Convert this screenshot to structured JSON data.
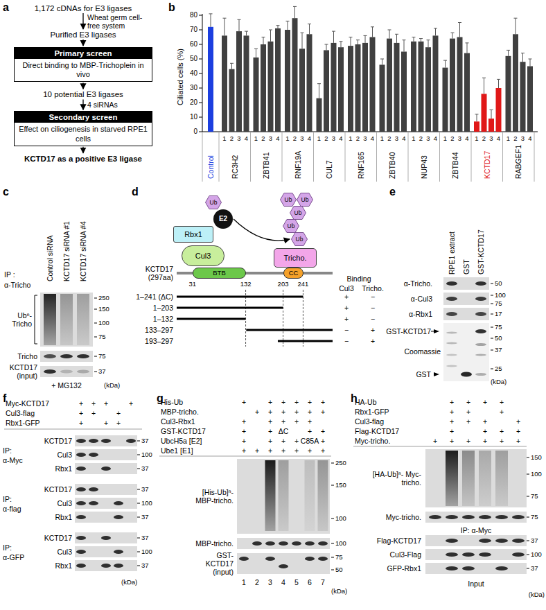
{
  "diagram": {
    "nodes": [
      {
        "text": [
          "1,172 cDNAs for E3 ligases"
        ]
      },
      {
        "text": [
          "Purified E3 ligases"
        ]
      },
      {
        "text": [
          "Primary screen",
          "Direct binding to MBP-Trichoplein in vivo"
        ]
      },
      {
        "text": [
          "10 potential E3 ligases"
        ]
      },
      {
        "text": [
          "Secondary screen",
          "Effect on ciliogenesis in starved RPE1 cells"
        ]
      },
      {
        "text": [
          "KCTD17 as a positive E3 ligase"
        ]
      },
      {
        "text": [
          "Ub"
        ]
      },
      {
        "text": [
          "E2"
        ]
      },
      {
        "text": [
          "Rbx1"
        ]
      },
      {
        "text": [
          "Cul3"
        ]
      },
      {
        "text": [
          "Ub"
        ]
      },
      {
        "text": [
          "Ub"
        ]
      },
      {
        "text": [
          "Ub"
        ]
      },
      {
        "text": [
          "Ub"
        ]
      },
      {
        "text": [
          "Ub"
        ]
      },
      {
        "text": [
          "Tricho."
        ]
      },
      {
        "text": [
          "BTB"
        ]
      },
      {
        "text": [
          "CC"
        ]
      }
    ],
    "edges": [
      {
        "from": 0,
        "to": 1,
        "arrow": "to",
        "label": "Wheat germ cell-free system"
      },
      {
        "from": 1,
        "to": 2,
        "arrow": "to"
      },
      {
        "from": 2,
        "to": 3,
        "arrow": "to"
      },
      {
        "from": 3,
        "to": 4,
        "arrow": "to",
        "label": "4 siRNAs"
      },
      {
        "from": 4,
        "to": 5,
        "arrow": "to"
      },
      {
        "from": 7,
        "to": 14,
        "arrow": "to"
      }
    ],
    "labels": [
      "a",
      "b",
      "0",
      "10",
      "20",
      "30",
      "40",
      "50",
      "60",
      "70",
      "80",
      "Ciliated cells (%)",
      "Control",
      "1",
      "2",
      "3",
      "4",
      "RC3H2",
      "1",
      "2",
      "3",
      "4",
      "ZBTB41",
      "1",
      "2",
      "3",
      "4",
      "RNF19A",
      "1",
      "2",
      "3",
      "4",
      "CUL7",
      "1",
      "2",
      "3",
      "4",
      "RNF165",
      "1",
      "2",
      "3",
      "4",
      "ZBTB40",
      "1",
      "2",
      "3",
      "4",
      "NUP43",
      "1",
      "2",
      "3",
      "4",
      "ZBTB44",
      "1",
      "2",
      "3",
      "4",
      "KCTD17",
      "1",
      "2",
      "3",
      "4",
      "RABGEF1",
      "c",
      "IP :",
      "α-Tricho",
      "Control siRNA",
      "KCTD17 siRNA #1",
      "KCTD17 siRNA #4",
      "Ubⁿ- Tricho",
      "250",
      "150",
      "100",
      "75",
      "Tricho",
      "75",
      "KCTD17 (input)",
      "37",
      "+ MG132",
      "(kDa)",
      "d",
      "KCTD17 (297aa)",
      "31",
      "132",
      "203",
      "241",
      "1–241 (ΔC)",
      "1–203",
      "1–132",
      "133–297",
      "193–297",
      "Binding",
      "Cul3",
      "Tricho.",
      "+",
      "−",
      "+",
      "−",
      "+",
      "−",
      "−",
      "+",
      "−",
      "+",
      "e",
      "RPE1 extract",
      "GST",
      "GST-KCTD17",
      "α-Tricho.",
      "50",
      "α-Cul3",
      "100",
      "75",
      "α-Rbx1",
      "17",
      "GST-KCTD17",
      "Coomassie",
      "GST",
      "75",
      "50",
      "37",
      "25",
      "(kDa)",
      "f",
      "Myc-KCTD17",
      "+",
      "+",
      "+",
      "+",
      "Cul3-flag",
      "+",
      "+",
      "+",
      "Rbx1-GFP",
      "+",
      "+",
      "+",
      "IP:",
      "α-Myc",
      "KCTD17",
      "Cul3",
      "Rbx1",
      "37",
      "100",
      "37",
      "IP:",
      "α-flag",
      "KCTD17",
      "Cul3",
      "Rbx1",
      "37",
      "100",
      "37",
      "IP:",
      "α-GFP",
      "KCTD17",
      "Cul3",
      "Rbx1",
      "37",
      "100",
      "37",
      "(kDa)",
      "g",
      "His-Ub",
      "+",
      "+",
      "+",
      "+",
      "+",
      "+",
      "MBP-tricho.",
      "+",
      "+",
      "+",
      "+",
      "+",
      "+",
      "Cul3-Rbx1",
      "+",
      "+",
      "+",
      "+",
      "+",
      "GST-KCTD17",
      "+",
      "+",
      "ΔC",
      "+",
      "+",
      "UbcH5a [E2]",
      "+",
      "+",
      "+",
      "+",
      "C85A",
      "+",
      "Ube1 [E1]",
      "+",
      "+",
      "+",
      "+",
      "+",
      "+",
      "+",
      "[His-Ub]ⁿ- MBP-tricho.",
      "250",
      "150",
      "100",
      "MBP-tricho.",
      "100",
      "GST- KCTD17 (input)",
      "75",
      "50",
      "1",
      "2",
      "3",
      "4",
      "5",
      "6",
      "7",
      "(kDa)",
      "h",
      "HA-Ub",
      "+",
      "+",
      "+",
      "+",
      "Rbx1-GFP",
      "+",
      "+",
      "+",
      "Cul3-flag",
      "+",
      "+",
      "+",
      "+",
      "Flag-KCTD17",
      "+",
      "+",
      "+",
      "+",
      "Myc-tricho.",
      "+",
      "+",
      "+",
      "+",
      "+",
      "+",
      "[HA-Ub]ⁿ- Myc-tricho.",
      "150",
      "100",
      "75",
      "Myc-tricho.",
      "75",
      "IP: α-Myc",
      "Flag-KCTD17",
      "37",
      "Cul3-Flag",
      "100",
      "GFP-Rbx1",
      "37",
      "Input",
      "(kDa)"
    ]
  }
}
